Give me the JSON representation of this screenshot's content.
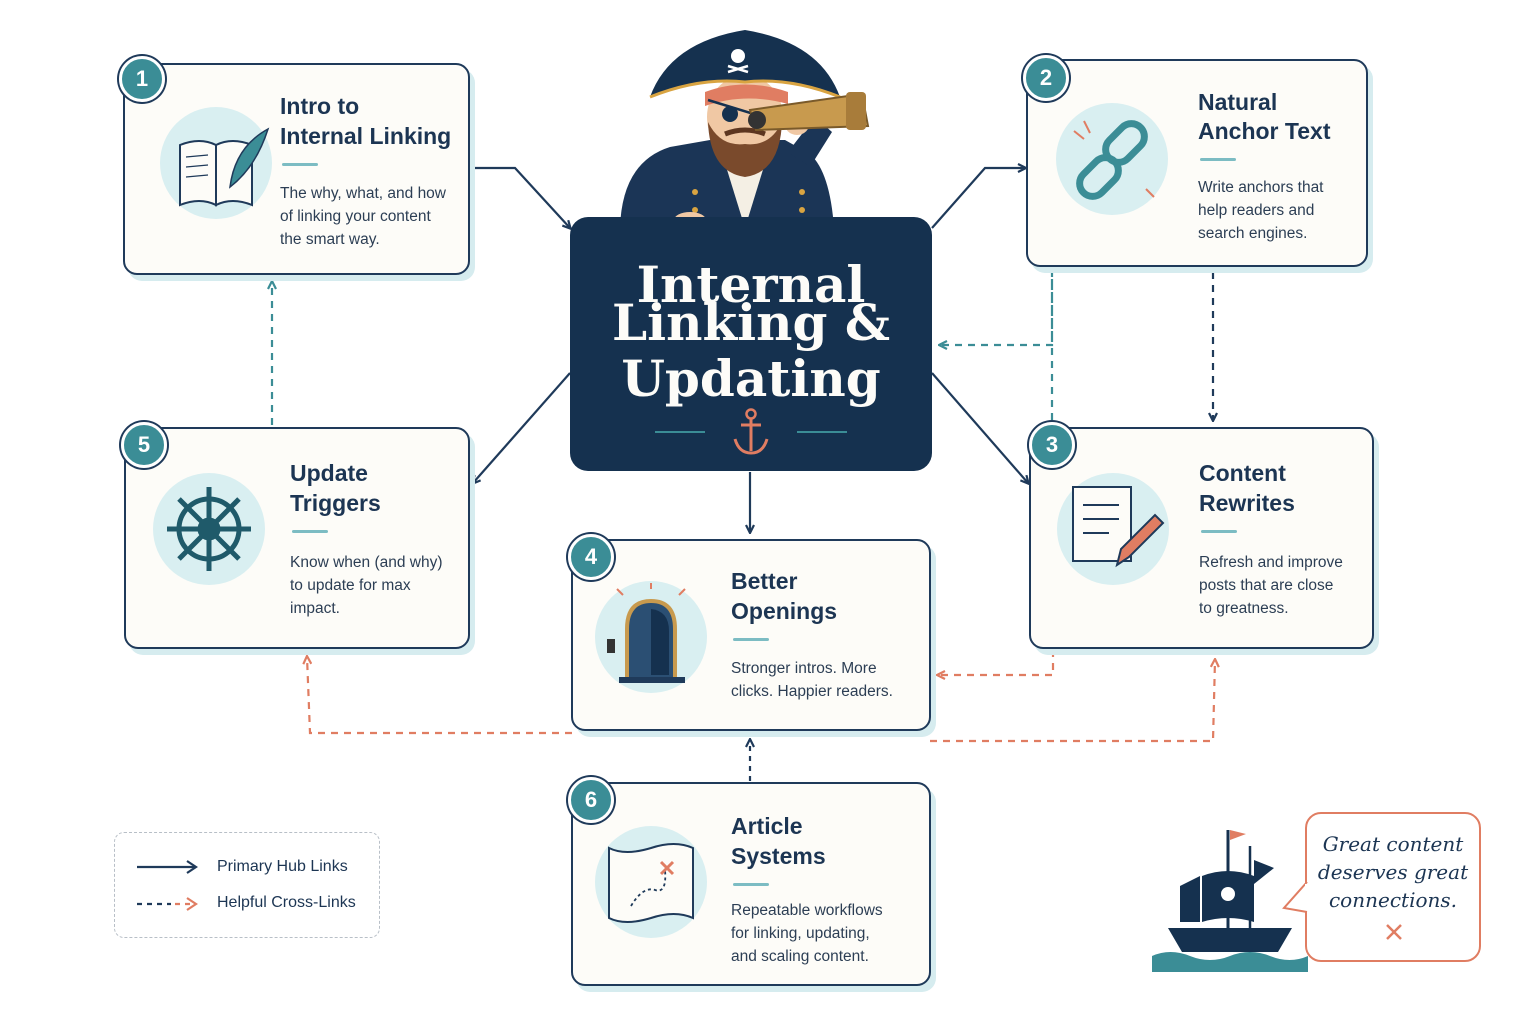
{
  "hub": {
    "title_line1": "Internal",
    "title_line2": "Linking &",
    "title_line3": "Updating",
    "icon": "anchor-icon"
  },
  "cards": [
    {
      "number": "1",
      "title_line1": "Intro to",
      "title_line2": "Internal Linking",
      "desc_line1": "The why, what, and how",
      "desc_line2": "of linking your content",
      "desc_line3": "the smart way.",
      "icon": "book-quill-icon"
    },
    {
      "number": "2",
      "title_line1": "Natural",
      "title_line2": "Anchor Text",
      "desc_line1": "Write anchors that",
      "desc_line2": "help readers and",
      "desc_line3": "search engines.",
      "icon": "chain-link-icon"
    },
    {
      "number": "3",
      "title_line1": "Content",
      "title_line2": "Rewrites",
      "desc_line1": "Refresh and improve",
      "desc_line2": "posts that are close",
      "desc_line3": "to greatness.",
      "icon": "document-pencil-icon"
    },
    {
      "number": "4",
      "title_line1": "Better",
      "title_line2": "Openings",
      "desc_line1": "Stronger intros. More",
      "desc_line2": "clicks. Happier readers.",
      "desc_line3": "",
      "icon": "open-door-icon"
    },
    {
      "number": "5",
      "title_line1": "Update",
      "title_line2": "Triggers",
      "desc_line1": "Know when (and why)",
      "desc_line2": "to update for max",
      "desc_line3": "impact.",
      "icon": "ship-wheel-icon"
    },
    {
      "number": "6",
      "title_line1": "Article",
      "title_line2": "Systems",
      "desc_line1": "Repeatable workflows",
      "desc_line2": "for linking, updating,",
      "desc_line3": "and scaling content.",
      "icon": "treasure-map-icon"
    }
  ],
  "legend": {
    "primary": "Primary Hub Links",
    "helpful": "Helpful Cross-Links"
  },
  "bubble": {
    "line1": "Great content",
    "line2": "deserves great",
    "line3": "connections."
  },
  "colors": {
    "navy": "#15314f",
    "teal": "#3b8d96",
    "light_teal": "#d9eff1",
    "coral": "#e07d62",
    "card_bg": "#fdfcf8"
  }
}
